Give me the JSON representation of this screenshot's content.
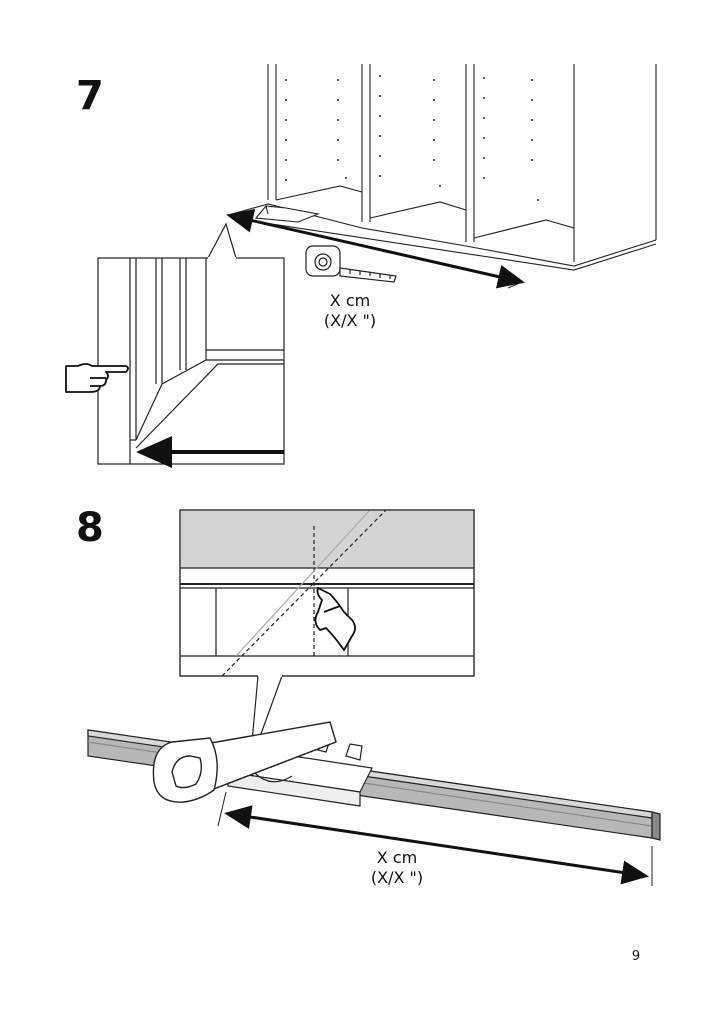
{
  "steps": [
    {
      "number": "7",
      "dimension_line1": "X cm",
      "dimension_line2": "(X/X \")"
    },
    {
      "number": "8",
      "dimension_line1": "X cm",
      "dimension_line2": "(X/X \")"
    }
  ],
  "page_number": "9",
  "icons": {
    "step7": [
      "wardrobe-frame-icon",
      "tape-measure-icon",
      "measure-arrow-icon",
      "pointing-hand-icon"
    ],
    "step8": [
      "saw-icon",
      "miter-box-icon",
      "plinth-profile-icon",
      "pointing-hand-icon",
      "measure-arrow-icon"
    ]
  }
}
